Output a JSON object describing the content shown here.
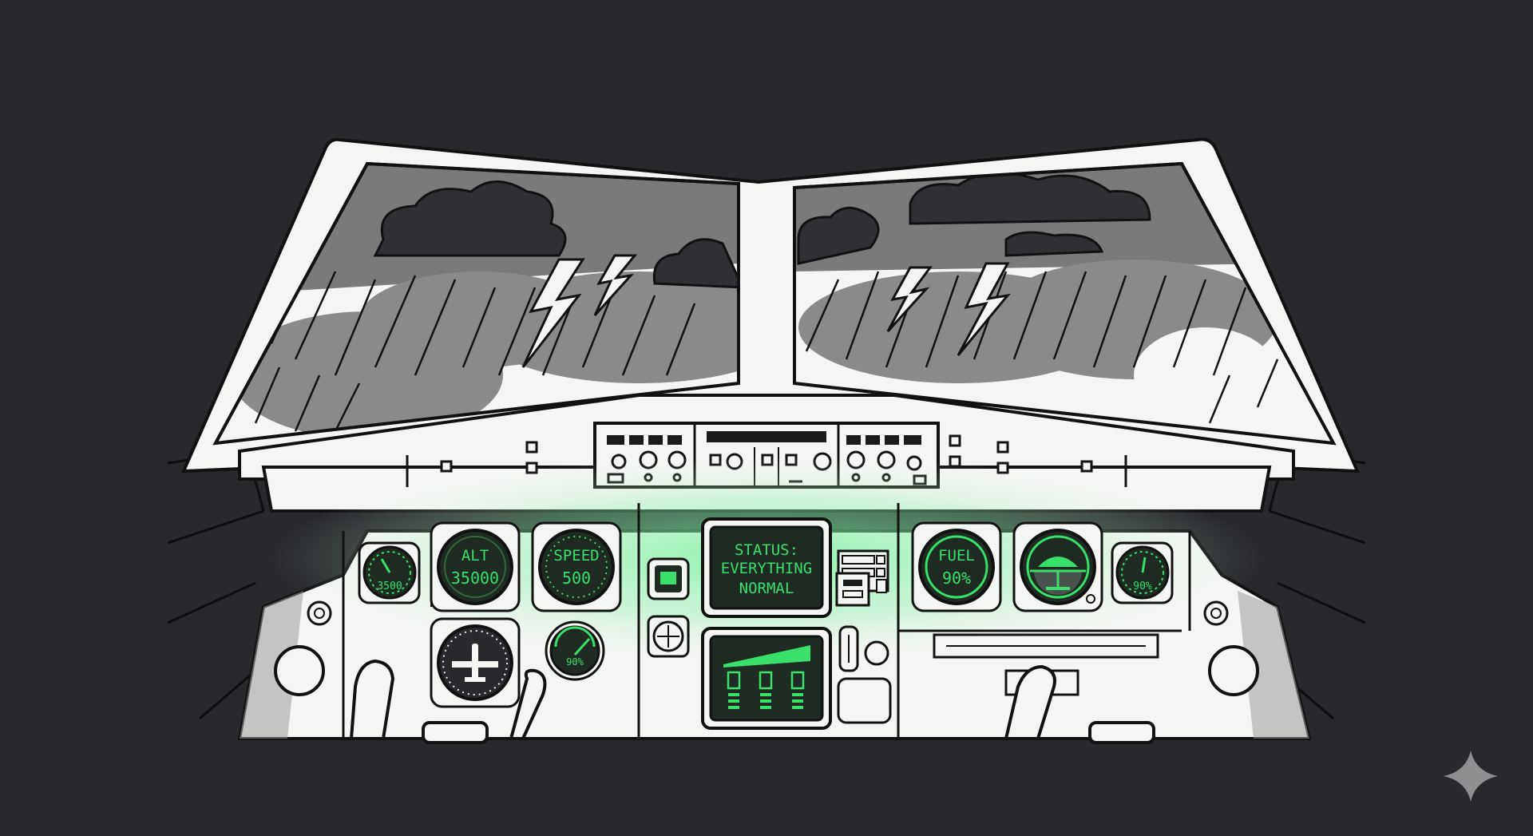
{
  "colors": {
    "background": "#27292c",
    "panel": "#f4f6f3",
    "outline": "#111111",
    "sky_gray": "#7a7a7a",
    "storm_cloud": "#2e3033",
    "screen_dark": "#1e2a22",
    "display_green": "#39e06a"
  },
  "instruments": {
    "vsi": {
      "readout": "3500"
    },
    "altimeter": {
      "label": "ALT",
      "value": "35000"
    },
    "airspeed": {
      "label": "SPEED",
      "value": "500"
    },
    "status_display": {
      "line1": "STATUS:",
      "line2": "EVERYTHING",
      "line3": "NORMAL"
    },
    "fuel": {
      "label": "FUEL",
      "value": "90%"
    },
    "right_gauge": {
      "readout": "90%"
    },
    "lower_gauge": {
      "readout": "90%"
    }
  },
  "icons": {
    "corner_mark": "sparkle-icon",
    "attitude": "airplane-icon"
  }
}
